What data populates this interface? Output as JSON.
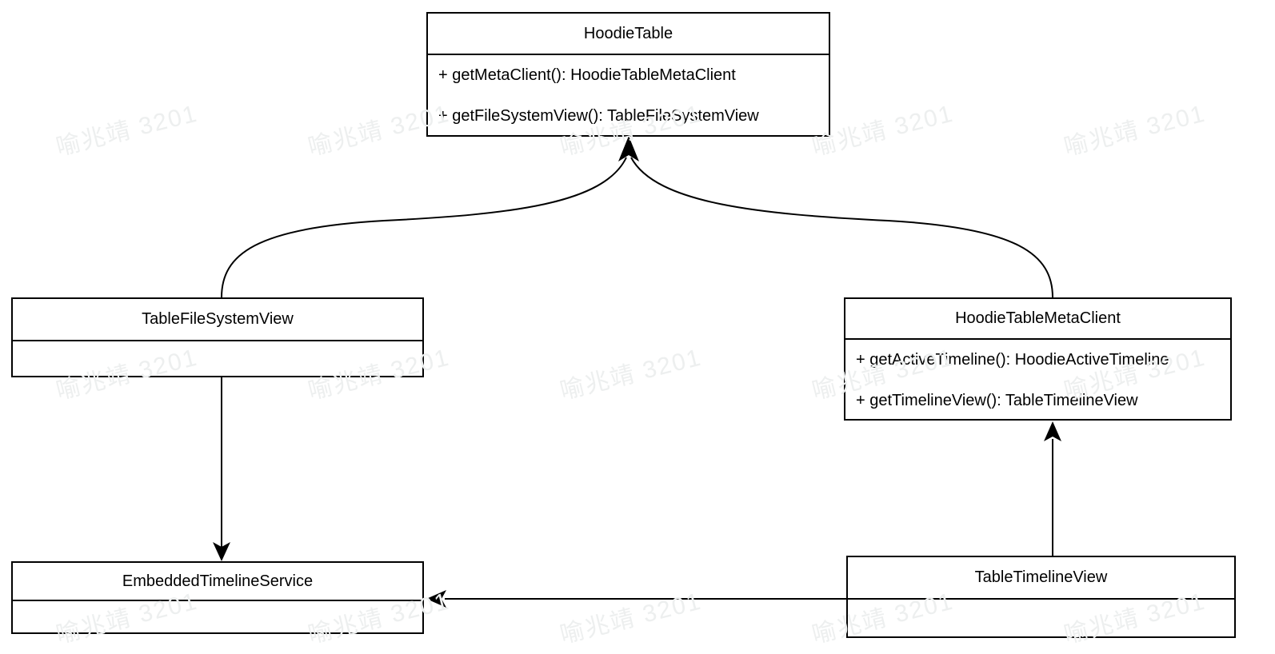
{
  "diagram": {
    "type": "uml-class-diagram",
    "nodes": {
      "hoodie_table": {
        "title": "HoodieTable",
        "methods": [
          "+ getMetaClient(): HoodieTableMetaClient",
          "+ getFileSystemView(): TableFileSystemView"
        ]
      },
      "table_file_system_view": {
        "title": "TableFileSystemView",
        "methods": []
      },
      "hoodie_table_meta_client": {
        "title": "HoodieTableMetaClient",
        "methods": [
          "+ getActiveTimeline(): HoodieActiveTimeline",
          "+ getTimelineView(): TableTimelineView"
        ]
      },
      "embedded_timeline_service": {
        "title": "EmbeddedTimelineService",
        "methods": []
      },
      "table_timeline_view": {
        "title": "TableTimelineView",
        "methods": []
      }
    },
    "edges": [
      {
        "from": "table_file_system_view",
        "to": "hoodie_table",
        "style": "curved, arrowhead at HoodieTable bottom"
      },
      {
        "from": "hoodie_table_meta_client",
        "to": "hoodie_table",
        "style": "curved, arrowhead at HoodieTable bottom"
      },
      {
        "from": "table_file_system_view",
        "to": "embedded_timeline_service",
        "style": "straight vertical, arrowhead down"
      },
      {
        "from": "table_timeline_view",
        "to": "hoodie_table_meta_client",
        "style": "straight vertical, arrowhead up"
      },
      {
        "from": "table_timeline_view",
        "to": "embedded_timeline_service",
        "style": "straight horizontal, arrowhead left"
      }
    ],
    "colors": {
      "line": "#000000",
      "box_border": "#010101",
      "box_fill": "#ffffff",
      "text": "#000000",
      "watermark": "#edefef"
    },
    "watermark": {
      "text": "喻兆靖 3201",
      "grid": {
        "columns": 5,
        "rows": 3
      }
    }
  }
}
